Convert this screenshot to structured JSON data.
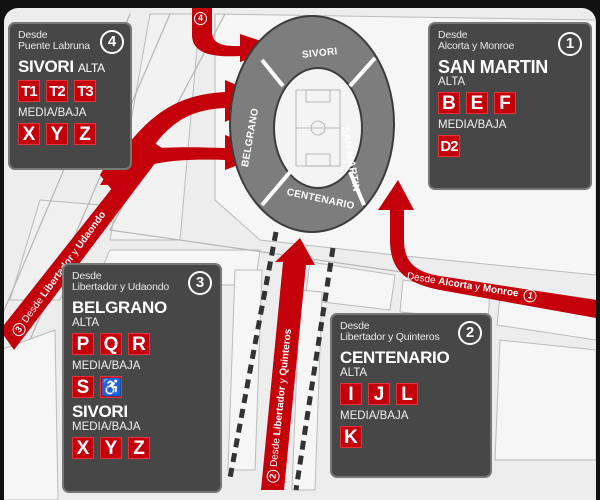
{
  "colors": {
    "route_red": "#c4000b",
    "box_bg": "#474747",
    "map_bg": "#ededed",
    "stand_gray": "#7d7d7d"
  },
  "stadium": {
    "stands": [
      "SIVORI",
      "SAN MARTIN",
      "CENTENARIO",
      "BELGRANO"
    ]
  },
  "boxes": [
    {
      "number": "4",
      "from": [
        "Desde",
        "Puente Labruna"
      ],
      "sector": "SIVORI",
      "groups": [
        {
          "level": "ALTA",
          "gates": [
            "T1",
            "T2",
            "T3"
          ]
        },
        {
          "level": "MEDIA/BAJA",
          "gates": [
            "X",
            "Y",
            "Z"
          ]
        }
      ]
    },
    {
      "number": "1",
      "from": [
        "Desde",
        "Alcorta y Monroe"
      ],
      "sector": "SAN MARTIN",
      "groups": [
        {
          "level": "ALTA",
          "gates": [
            "B",
            "E",
            "F"
          ]
        },
        {
          "level": "MEDIA/BAJA",
          "gates": [
            "D2"
          ]
        }
      ]
    },
    {
      "number": "3",
      "from": [
        "Desde",
        "Libertador y Udaondo"
      ],
      "sector": "BELGRANO",
      "groups": [
        {
          "level": "ALTA",
          "gates": [
            "P",
            "Q",
            "R"
          ]
        },
        {
          "level": "MEDIA/BAJA",
          "gates": [
            "S",
            "wheelchair-icon"
          ]
        }
      ],
      "sector2": "SIVORI",
      "groups2": [
        {
          "level": "MEDIA/BAJA",
          "gates": [
            "X",
            "Y",
            "Z"
          ]
        }
      ]
    },
    {
      "number": "2",
      "from": [
        "Desde",
        "Libertador y Quinteros"
      ],
      "sector": "CENTENARIO",
      "groups": [
        {
          "level": "ALTA",
          "gates": [
            "I",
            "J",
            "L"
          ]
        },
        {
          "level": "MEDIA/BAJA",
          "gates": [
            "K"
          ]
        }
      ]
    }
  ],
  "routes": [
    {
      "number": "1",
      "prefix": "Desde",
      "street1": "Alcorta",
      "y": "y",
      "street2": "Monroe"
    },
    {
      "number": "2",
      "prefix": "Desde",
      "street1": "Libertador",
      "y": "y",
      "street2": "Quinteros"
    },
    {
      "number": "3",
      "prefix": "Desde",
      "street1": "Libertador",
      "y": "y",
      "street2": "Udaondo"
    },
    {
      "number": "4"
    }
  ]
}
